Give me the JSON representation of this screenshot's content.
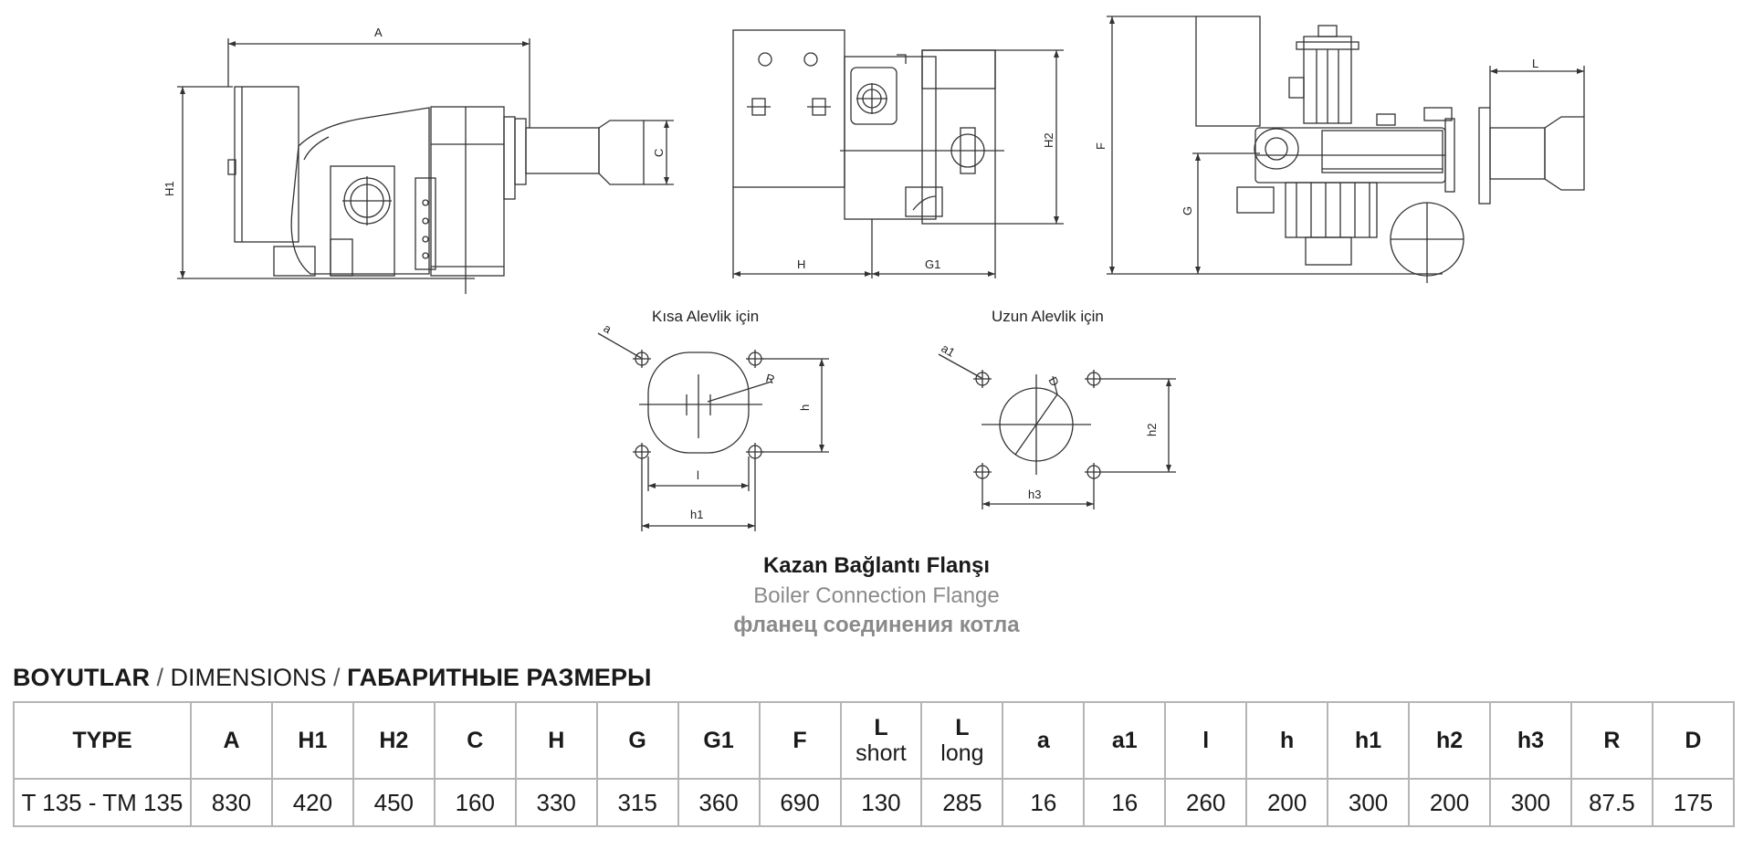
{
  "drawing_labels": {
    "side": {
      "a": "A",
      "h1": "H1",
      "c": "C"
    },
    "front": {
      "h": "H",
      "g1": "G1",
      "h2": "H2"
    },
    "top": {
      "f": "F",
      "g": "G",
      "l": "L"
    },
    "flange_short": {
      "caption": "Kısa  Alevlik  için",
      "a": "a",
      "r": "R",
      "h": "h",
      "l": "l",
      "h1": "h1"
    },
    "flange_long": {
      "caption": "Uzun  Alevlik  için",
      "a1": "a1",
      "d": "D",
      "h2": "h2",
      "h3": "h3"
    }
  },
  "flange_title": {
    "tr": "Kazan Bağlantı Flanşı",
    "en": "Boiler Connection Flange",
    "ru": "фланец соединения котла"
  },
  "dimensions_heading": {
    "tr": "BOYUTLAR",
    "sep1": " / ",
    "en": "DIMENSIONS",
    "sep2": " / ",
    "ru": "ГАБАРИТНЫЕ РАЗМЕРЫ"
  },
  "table": {
    "headers": [
      {
        "label": "TYPE",
        "sub": ""
      },
      {
        "label": "A",
        "sub": ""
      },
      {
        "label": "H1",
        "sub": ""
      },
      {
        "label": "H2",
        "sub": ""
      },
      {
        "label": "C",
        "sub": ""
      },
      {
        "label": "H",
        "sub": ""
      },
      {
        "label": "G",
        "sub": ""
      },
      {
        "label": "G1",
        "sub": ""
      },
      {
        "label": "F",
        "sub": ""
      },
      {
        "label": "L",
        "sub": "short"
      },
      {
        "label": "L",
        "sub": "long"
      },
      {
        "label": "a",
        "sub": ""
      },
      {
        "label": "a1",
        "sub": ""
      },
      {
        "label": "l",
        "sub": ""
      },
      {
        "label": "h",
        "sub": ""
      },
      {
        "label": "h1",
        "sub": ""
      },
      {
        "label": "h2",
        "sub": ""
      },
      {
        "label": "h3",
        "sub": ""
      },
      {
        "label": "R",
        "sub": ""
      },
      {
        "label": "D",
        "sub": ""
      }
    ],
    "rows": [
      [
        "T 135 - TM 135",
        "830",
        "420",
        "450",
        "160",
        "330",
        "315",
        "360",
        "690",
        "130",
        "285",
        "16",
        "16",
        "260",
        "200",
        "300",
        "200",
        "300",
        "87.5",
        "175"
      ]
    ]
  },
  "colors": {
    "line": "#333333",
    "table_border": "#b5b5b5",
    "subtitle_gray": "#8a8a8a"
  }
}
